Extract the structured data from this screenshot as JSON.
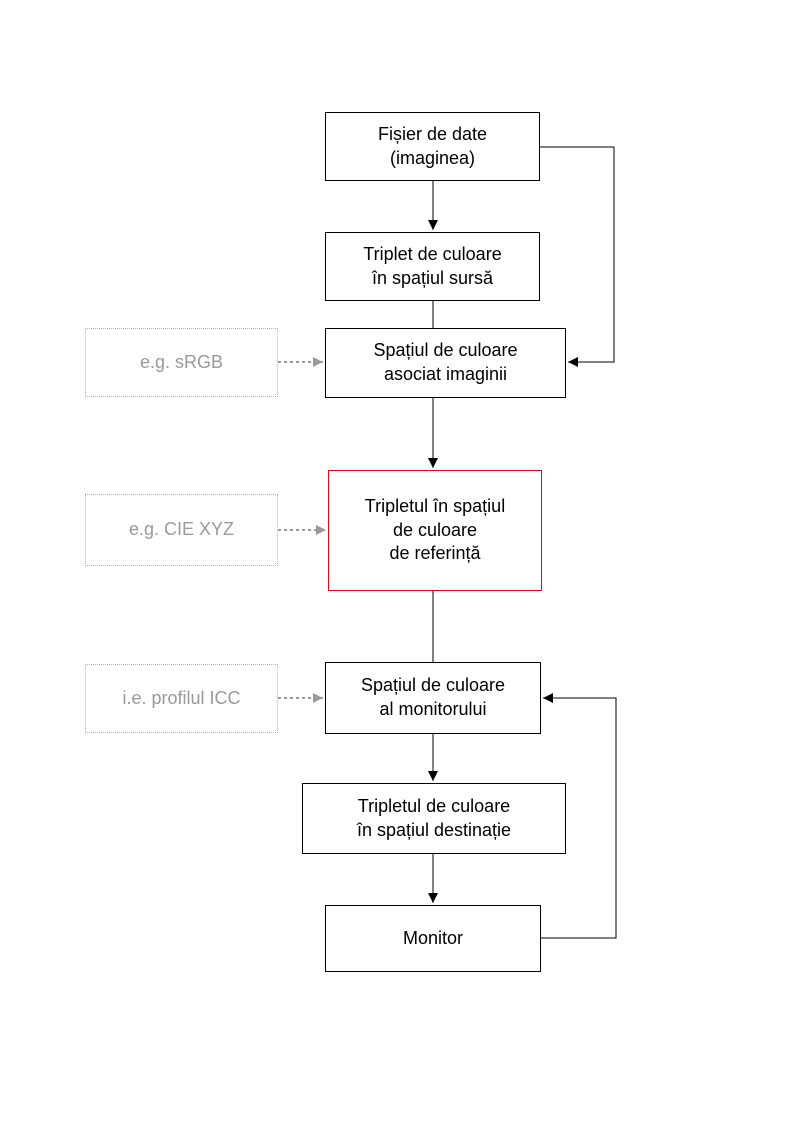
{
  "diagram": {
    "title": "",
    "colors": {
      "node_border": "#000000",
      "node_text": "#000000",
      "highlight_border": "#e30613",
      "note_border": "#b3b3b3",
      "note_text": "#9a9a9a",
      "arrow": "#000000",
      "note_arrow": "#9a9a9a",
      "background": "#ffffff"
    },
    "nodes": {
      "data_file": {
        "label": "Fișier de date\n(imaginea)"
      },
      "source_triplet": {
        "label": "Triplet de culoare\nîn spațiul sursă"
      },
      "image_space": {
        "label": "Spațiul de culoare\nasociat imaginii"
      },
      "reference_triplet": {
        "label": "Tripletul în spațiul\nde culoare\nde referință"
      },
      "monitor_space": {
        "label": "Spațiul de culoare\nal monitorului"
      },
      "dest_triplet": {
        "label": "Tripletul de culoare\nîn spațiul destinație"
      },
      "monitor": {
        "label": "Monitor"
      }
    },
    "notes": {
      "srgb": {
        "label": "e.g. sRGB"
      },
      "cie_xyz": {
        "label": "e.g. CIE XYZ"
      },
      "icc_profile": {
        "label": "i.e. profilul ICC"
      }
    }
  }
}
